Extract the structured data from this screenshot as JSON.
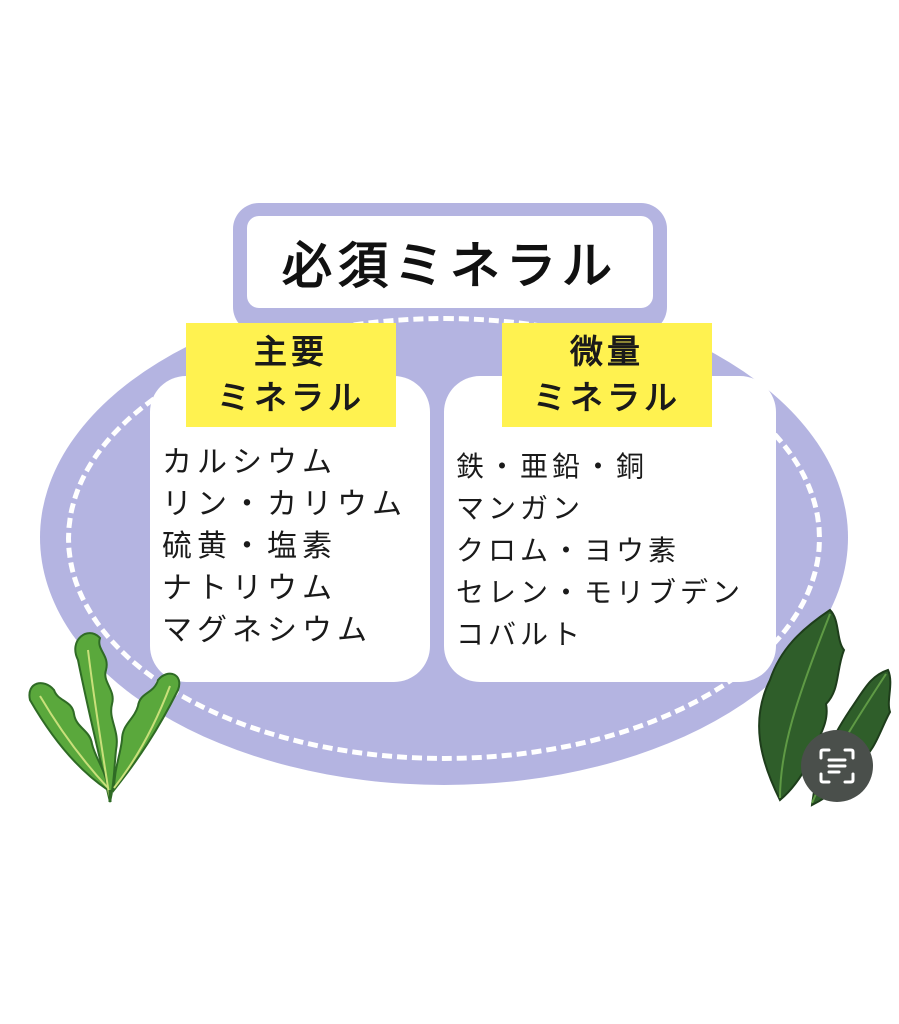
{
  "title": "必須ミネラル",
  "major": {
    "label_lines": [
      "主要",
      "ミネラル"
    ],
    "items": [
      "カルシウム",
      "リン・カリウム",
      "硫黄・塩素",
      "ナトリウム",
      "マグネシウム"
    ]
  },
  "trace": {
    "label_lines": [
      "微量",
      "ミネラル"
    ],
    "items": [
      "鉄・亜鉛・銅",
      "マンガン",
      "クロム・ヨウ素",
      "セレン・モリブデン",
      "コバルト"
    ]
  },
  "colors": {
    "background_shape": "#b4b4e1",
    "label_highlight": "#fff250",
    "leaf_light": "#5aa83c",
    "leaf_dark": "#2f5e2a"
  },
  "icons": {
    "scan_button": "text-scan-icon"
  }
}
